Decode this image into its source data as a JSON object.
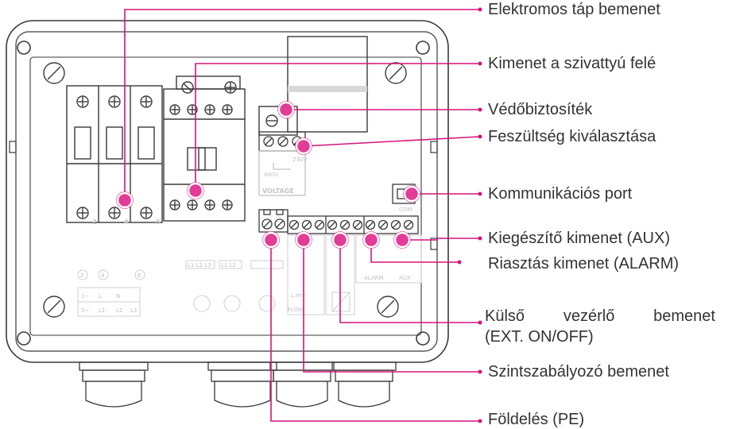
{
  "labels": {
    "power_input": "Elektromos táp bemenet",
    "pump_output": "Kimenet a szivattyú felé",
    "fuse": "Védőbiztosíték",
    "voltage_select": "Feszültség kiválasztása",
    "comm_port": "Kommunikációs port",
    "aux_output": "Kiegészítő kimenet (AUX)",
    "alarm_output": "Riasztás kimenet (ALARM)",
    "ext_input_words": [
      "Külső",
      "vezérlő",
      "bemenet"
    ],
    "ext_input_line2": "(EXT. ON/OFF)",
    "level_input": "Szintszabályozó bemenet",
    "ground": "Földelés (PE)"
  },
  "board": {
    "voltage_230": "230V",
    "voltage_400": "400V",
    "voltage_tag": "VOLTAGE",
    "com": "COM",
    "alarm": "ALARM",
    "aux": "AUX",
    "terminal_numbers": [
      "2",
      "4",
      "6"
    ],
    "circle_numbers": [
      "2",
      "4",
      "6"
    ],
    "phase_row1": [
      "1~",
      "L",
      "N"
    ],
    "phase_row2": [
      "3~",
      "L1",
      "L2",
      "L3"
    ],
    "l123_box": "L1 L2 L3",
    "l12_box": "L1 L2",
    "flow": "FLOW",
    "lmin": "L.min"
  },
  "colors": {
    "accent": "#d4157a",
    "accent_fill": "#e23d96",
    "line_art": "#3a3a3a",
    "faint": "#c8c8c8",
    "text": "#333333"
  }
}
